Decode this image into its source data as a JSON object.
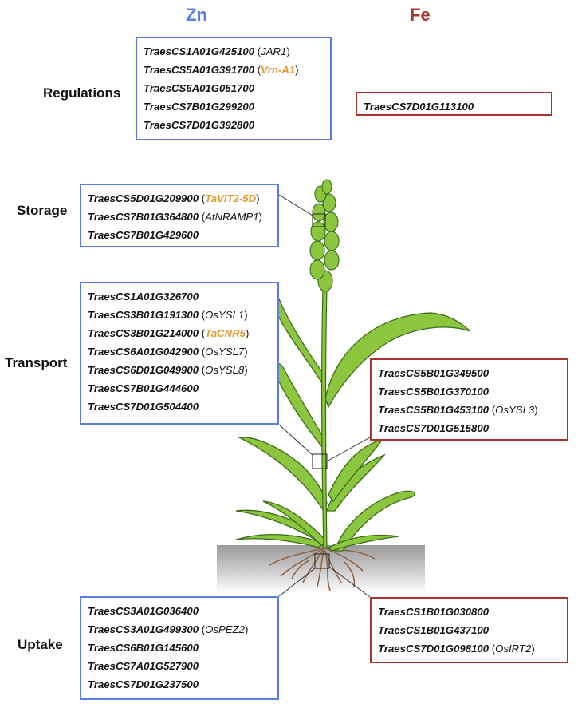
{
  "columns": {
    "zn": "Zn",
    "fe": "Fe"
  },
  "colors": {
    "zn": "#5b7fe0",
    "fe": "#a8322d",
    "highlight": "#e29a2f",
    "plant": "#8cc63f",
    "plant_outline": "#3a6b1a"
  },
  "categories": {
    "regulations": "Regulations",
    "storage": "Storage",
    "transport": "Transport",
    "uptake": "Uptake"
  },
  "zn": {
    "regulations": [
      {
        "id": "TraesCS1A01G425100",
        "ann": "JAR1",
        "hl": false
      },
      {
        "id": "TraesCS5A01G391700",
        "ann": "Vrn-A1",
        "hl": true
      },
      {
        "id": "TraesCS6A01G051700",
        "ann": "",
        "hl": false
      },
      {
        "id": "TraesCS7B01G299200",
        "ann": "",
        "hl": false
      },
      {
        "id": "TraesCS7D01G392800",
        "ann": "",
        "hl": false
      }
    ],
    "storage": [
      {
        "id": "TraesCS5D01G209900",
        "ann": "TaVIT2-5D",
        "hl": true
      },
      {
        "id": "TraesCS7B01G364800",
        "ann": "AtNRAMP1",
        "hl": false
      },
      {
        "id": "TraesCS7B01G429600",
        "ann": "",
        "hl": false
      }
    ],
    "transport": [
      {
        "id": "TraesCS1A01G326700",
        "ann": "",
        "hl": false
      },
      {
        "id": "TraesCS3B01G191300",
        "ann": "OsYSL1",
        "hl": false
      },
      {
        "id": "TraesCS3B01G214000",
        "ann": "TaCNR5",
        "hl": true
      },
      {
        "id": "TraesCS6A01G042900",
        "ann": "OsYSL7",
        "hl": false
      },
      {
        "id": "TraesCS6D01G049900",
        "ann": "OsYSL8",
        "hl": false
      },
      {
        "id": "TraesCS7B01G444600",
        "ann": "",
        "hl": false
      },
      {
        "id": "TraesCS7D01G504400",
        "ann": "",
        "hl": false
      }
    ],
    "uptake": [
      {
        "id": "TraesCS3A01G036400",
        "ann": "",
        "hl": false
      },
      {
        "id": "TraesCS3A01G499300",
        "ann": "OsPEZ2",
        "hl": false
      },
      {
        "id": "TraesCS6B01G145600",
        "ann": "",
        "hl": false
      },
      {
        "id": "TraesCS7A01G527900",
        "ann": "",
        "hl": false
      },
      {
        "id": "TraesCS7D01G237500",
        "ann": "",
        "hl": false
      }
    ]
  },
  "fe": {
    "regulations": [
      {
        "id": "TraesCS7D01G113100",
        "ann": "",
        "hl": false
      }
    ],
    "transport": [
      {
        "id": "TraesCS5B01G349500",
        "ann": "",
        "hl": false
      },
      {
        "id": "TraesCS5B01G370100",
        "ann": "",
        "hl": false
      },
      {
        "id": "TraesCS5B01G453100",
        "ann": "OsYSL3",
        "hl": false
      },
      {
        "id": "TraesCS7D01G515800",
        "ann": "",
        "hl": false
      }
    ],
    "uptake": [
      {
        "id": "TraesCS1B01G030800",
        "ann": "",
        "hl": false
      },
      {
        "id": "TraesCS1B01G437100",
        "ann": "",
        "hl": false
      },
      {
        "id": "TraesCS7D01G098100",
        "ann": "OsIRT2",
        "hl": false
      }
    ]
  }
}
